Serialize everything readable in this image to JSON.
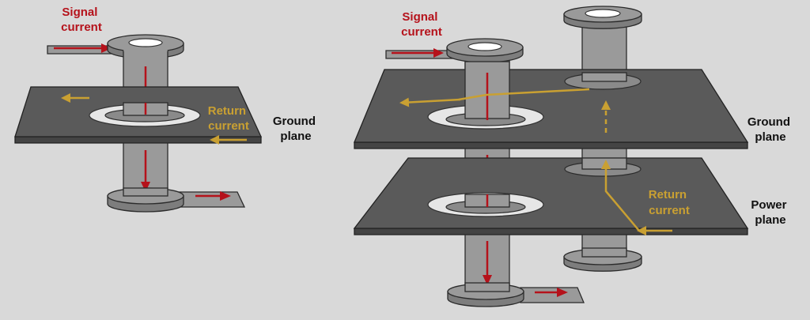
{
  "colors": {
    "background": "#d9d9d9",
    "plane": "#5a5a5a",
    "metal": "#9a9a9a",
    "signal": "#b5121b",
    "return": "#c9a032"
  },
  "left_diagram": {
    "signal_label": [
      "Signal",
      "current"
    ],
    "return_label": [
      "Return",
      "current"
    ],
    "plane_label": [
      "Ground",
      "plane"
    ]
  },
  "right_diagram": {
    "signal_label": [
      "Signal",
      "current"
    ],
    "return_label": [
      "Return",
      "current"
    ],
    "ground_plane_label": [
      "Ground",
      "plane"
    ],
    "power_plane_label": [
      "Power",
      "plane"
    ]
  }
}
